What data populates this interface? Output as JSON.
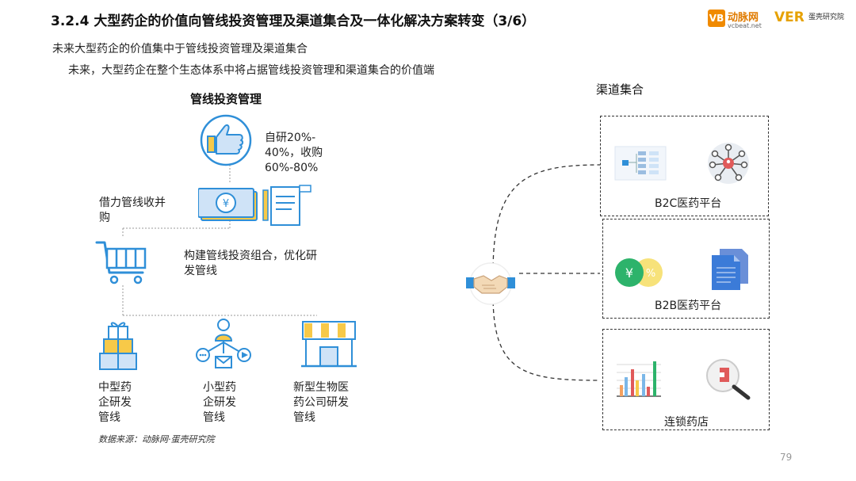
{
  "header": {
    "title": "3.2.4 大型药企的价值向管线投资管理及渠道集合及一体化解决方案转变（3/6）",
    "subtitle": "未来大型药企的价值集中于管线投资管理及渠道集合",
    "description": "未来，大型药企在整个生态体系中将占据管线投资管理和渠道集合的价值端"
  },
  "logos": {
    "vb_mark": "VB",
    "vcbeat_name": "动脉网",
    "vcbeat_url": "vcbeat.net",
    "ver_mark": "VER",
    "ver_name": "蛋壳研究院"
  },
  "left": {
    "heading": "管线投资管理",
    "self_research": [
      "自研20%-",
      "40%，收购",
      "60%-80%"
    ],
    "borrow": [
      "借力管线收并",
      "购"
    ],
    "build": [
      "构建管线投资组合，优化研",
      "发管线"
    ],
    "targets": [
      {
        "lines": [
          "中型药",
          "企研发",
          "管线"
        ]
      },
      {
        "lines": [
          "小型药",
          "企研发",
          "管线"
        ]
      },
      {
        "lines": [
          "新型生物医",
          "药公司研发",
          "管线"
        ]
      }
    ]
  },
  "right": {
    "heading": "渠道集合",
    "boxes": [
      {
        "label": "B2C医药平台"
      },
      {
        "label": "B2B医药平台"
      },
      {
        "label": "连锁药店"
      }
    ]
  },
  "icons": {
    "yen_symbol": "¥",
    "percent_symbol": "%"
  },
  "colors": {
    "primary_blue": "#2f8fd8",
    "accent_yellow": "#f7c948",
    "light_blue": "#cfe3f7",
    "green": "#2db36b"
  },
  "footer": {
    "source": "数据来源：动脉网·蛋壳研究院",
    "page": "79"
  }
}
